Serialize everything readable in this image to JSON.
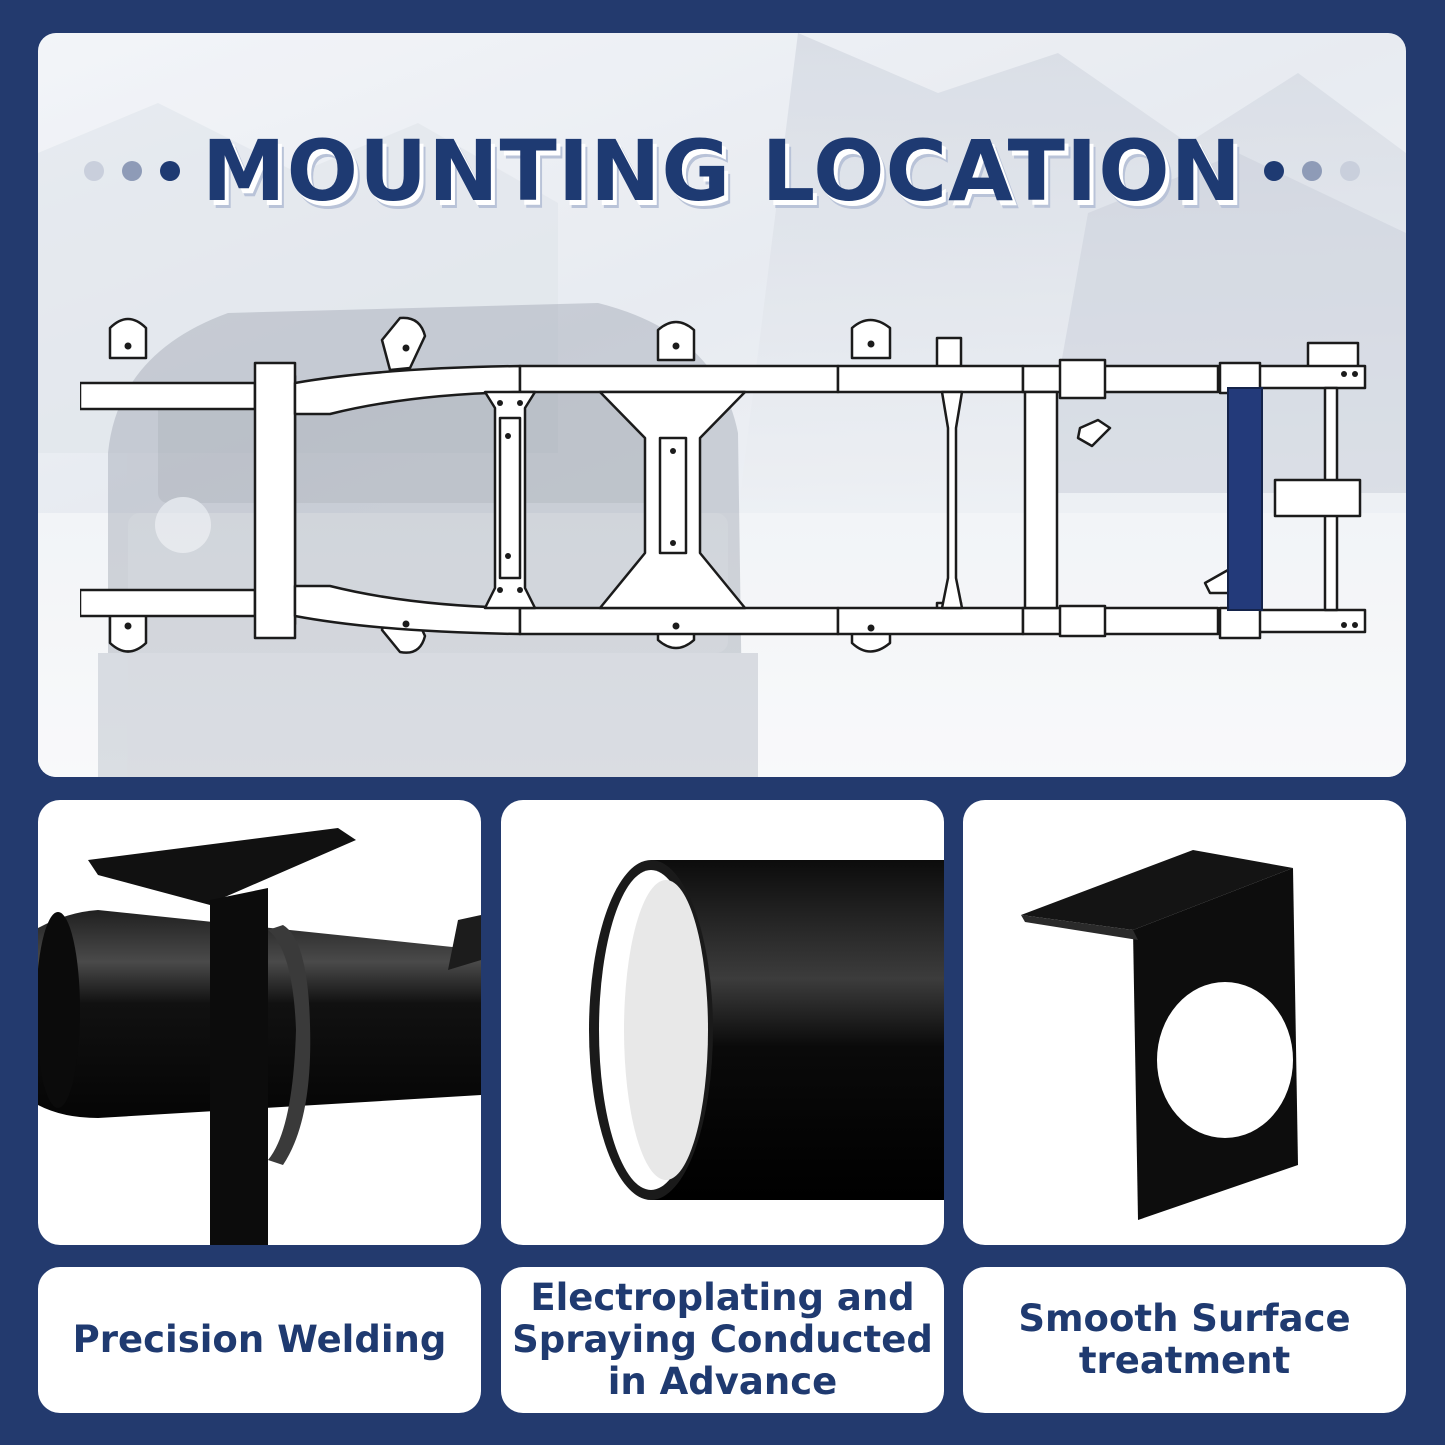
{
  "title": "MOUNTING LOCATION",
  "colors": {
    "background": "#233a6e",
    "title": "#1e3a72",
    "highlight": "#233a7a",
    "label_text": "#1f3a70"
  },
  "features": [
    {
      "label": "Precision Welding"
    },
    {
      "label": "Electroplating and\nSpraying Conducted\nin Advance"
    },
    {
      "label": "Smooth Surface\ntreatment"
    }
  ]
}
